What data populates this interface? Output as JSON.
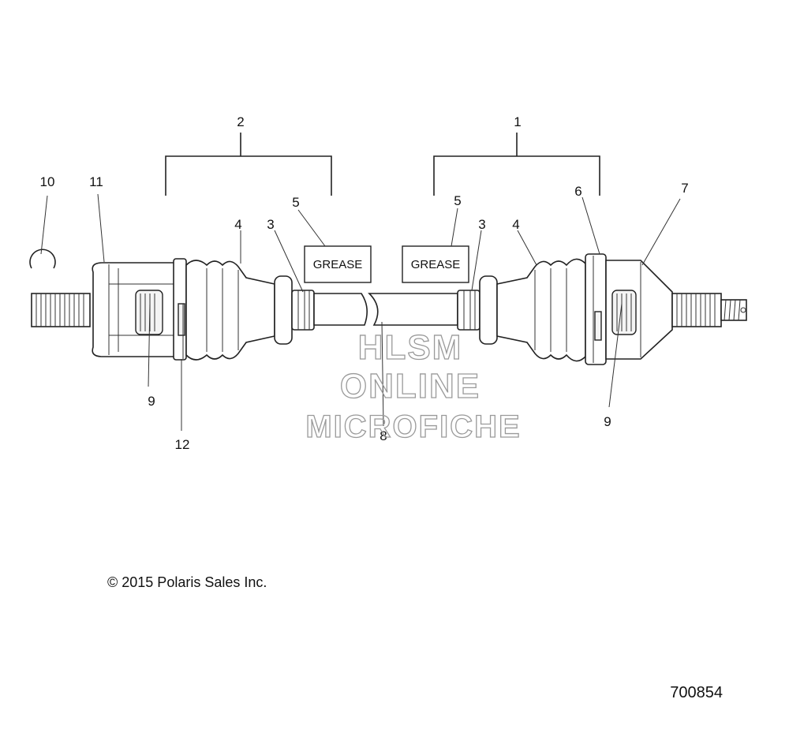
{
  "callouts": {
    "c1": "1",
    "c2": "2",
    "c3a": "3",
    "c3b": "3",
    "c4a": "4",
    "c4b": "4",
    "c5a": "5",
    "c5b": "5",
    "c6": "6",
    "c7": "7",
    "c8": "8",
    "c9a": "9",
    "c9b": "9",
    "c10": "10",
    "c11": "11",
    "c12": "12"
  },
  "labels": {
    "grease_left": "GREASE",
    "grease_right": "GREASE"
  },
  "watermark": {
    "line1": "HLSM",
    "line2": "ONLINE",
    "line3": "MICROFICHE"
  },
  "footer": {
    "copyright": "© 2015 Polaris Sales Inc.",
    "diagram_number": "700854"
  }
}
